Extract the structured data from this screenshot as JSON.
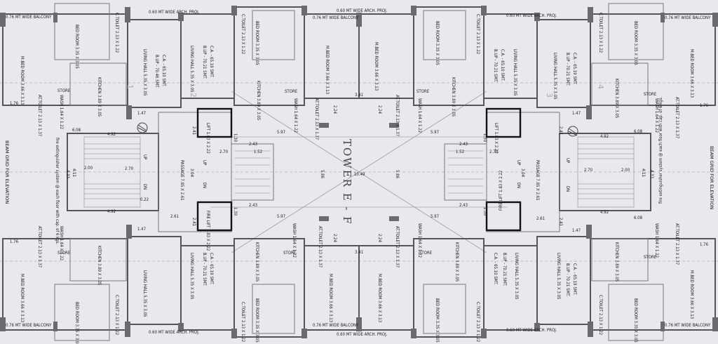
{
  "tower_title": "TOWER E - F",
  "beam_grid_left": "BEAM GRID FOR ELEVATION",
  "beam_grid_right": "BEAM GRID FOR ELEVATION",
  "fire_note_left": "fire extinguisher system @ each floor with cap. of 6 kgs.",
  "fire_note_right": "fire extinguisher system @ each floor with cap. of 6 kgs.",
  "proj_label": "0.60 MT WIDE ARCH. PROJ.",
  "balcony_label": "0.76 MT WIDE BALCONY",
  "rooms": {
    "bed": "BED ROOM 3.35 X 3.05",
    "mbed": "M.BED ROOM 3.66 X 3.13",
    "living": "LIVING HALL 5.35 X 3.05",
    "kitchen": "KITCHEN 3.89 X 3.05",
    "ctoilet": "C.TOILET 2.13 X 1.22",
    "attoilet": "AT.TOILET 2.13 X 1.37",
    "wash": "WASH 1.64 X 1.22",
    "store": "STORE",
    "lift": "LIFT 1.83 X 2.22",
    "firelift": "FIRE LIFT 1.83 X 2.22",
    "passage": "PASSAGE 7.85 X 2.61",
    "area_a": "C.A. - 65.19 SMT.",
    "area_b": "B.UP - 70.21 SMT.",
    "area_c": "C.A. - 65.10 SMT.",
    "area_d": "B.UP - 70.46 SMT."
  },
  "flat_numbers": [
    "1",
    "2",
    "3",
    "4"
  ],
  "dims": {
    "d341": "3.41",
    "d597": "5.97",
    "d1049": "10.49",
    "d586": "5.86",
    "d243": "2.43",
    "d270": "2.70",
    "d152": "1.52",
    "d492": "4.92",
    "d608": "6.08",
    "d200": "2.00",
    "d411": "4.11",
    "d433": "4.33",
    "d261": "2.61",
    "d241": "2.41",
    "d147": "1.47",
    "d176": "1.76",
    "d130": "1.30",
    "d224": "2.24",
    "d304": "3.04",
    "d022": "0.22",
    "up": "UP",
    "dn": "DN"
  }
}
